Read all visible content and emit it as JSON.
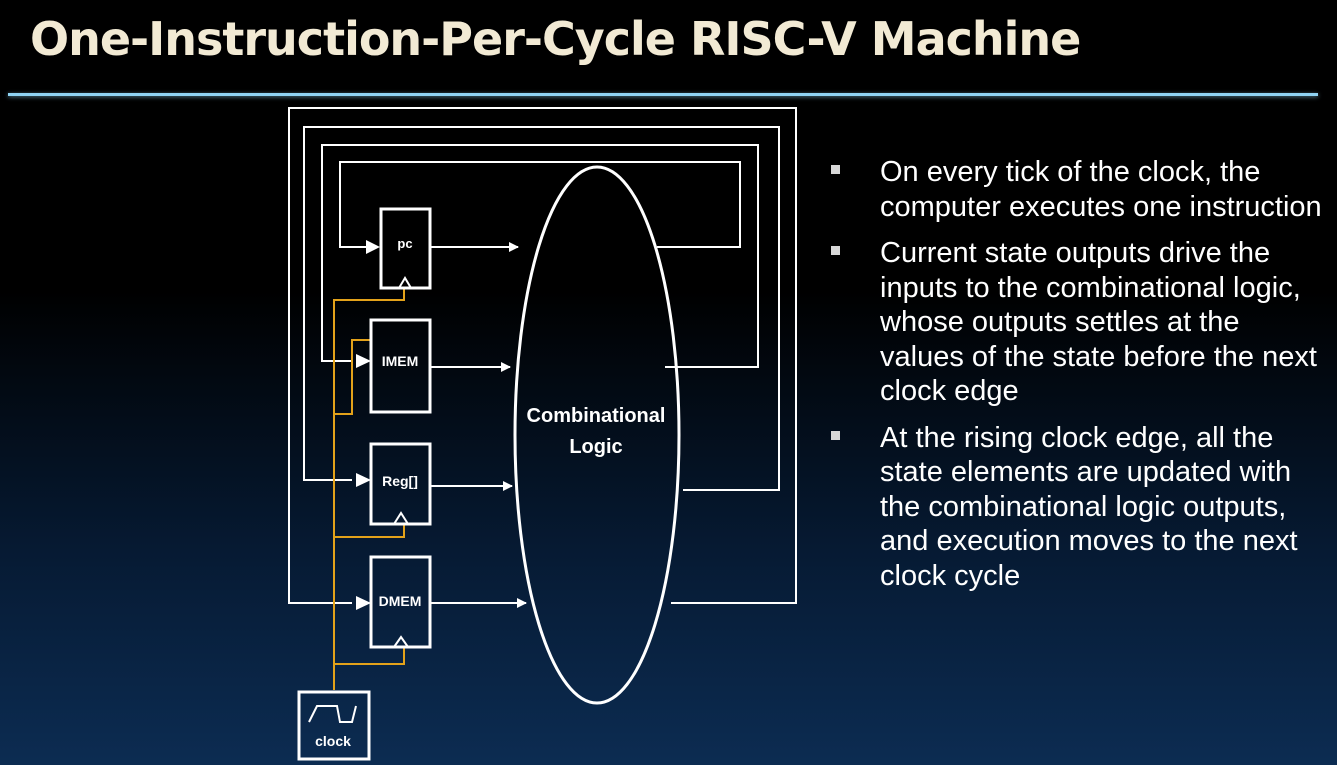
{
  "slide": {
    "title": "One-Instruction-Per-Cycle RISC-V Machine"
  },
  "diagram": {
    "state_elements": [
      {
        "id": "pc",
        "label": "pc"
      },
      {
        "id": "imem",
        "label": "IMEM"
      },
      {
        "id": "reg",
        "label": "Reg[]"
      },
      {
        "id": "dmem",
        "label": "DMEM"
      }
    ],
    "logic_label_line1": "Combinational",
    "logic_label_line2": "Logic",
    "clock_label": "clock",
    "colors": {
      "wire": "#ffffff",
      "clock_wire": "#e3a21a",
      "title_rule": "#8fd3f4"
    }
  },
  "bullets": [
    "On every tick of the clock, the computer executes one instruction",
    "Current state outputs drive the inputs to the combinational logic, whose outputs settles at the values of the state before the next clock edge",
    "At the rising clock edge, all the state elements are updated with the combinational logic outputs, and execution moves to the next clock cycle"
  ]
}
